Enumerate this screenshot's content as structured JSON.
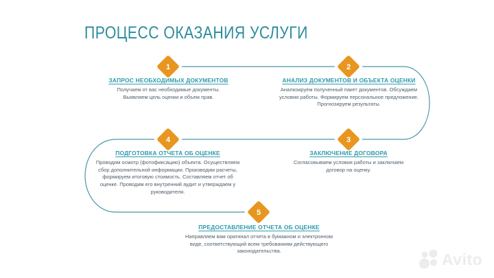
{
  "page": {
    "title": "ПРОЦЕСС ОКАЗАНИЯ УСЛУГИ",
    "background_color": "#ffffff"
  },
  "colors": {
    "title_teal": "#2e8c9e",
    "step_title_teal": "#2e9aab",
    "body_text": "#4e5d6b",
    "flow_line": "#4796a6",
    "diamond_orange": "#e8961f",
    "diamond_number": "#ffffff",
    "watermark_gray": "#ececec"
  },
  "steps": [
    {
      "number": "1",
      "title": "ЗАПРОС НЕОБХОДИМЫХ ДОКУМЕНТОВ",
      "description": "Получаем от вас необходимые документы. Выявляем цель оценки и объем прав."
    },
    {
      "number": "2",
      "title": "АНАЛИЗ ДОКУМЕНТОВ И ОБЪЕКТА ОЦЕНКИ",
      "description": "Анализируем полученный пакет документов. Обсуждаем условия работы. Формируем персональное предложение. Прогнозируем результаты."
    },
    {
      "number": "3",
      "title": "ЗАКЛЮЧЕНИЕ ДОГОВОРА",
      "description": "Согласовываем условия работы и заключаем договор на оценку."
    },
    {
      "number": "4",
      "title": "ПОДГОТОВКА ОТЧЕТА ОБ ОЦЕНКЕ",
      "description": "Проводим осмотр (фотофиксацию) объекта. Осуществляем сбор дополнительной информации. Производим расчеты, формируем итоговую стоимость. Составляем отчет об оценке. Проводим его внутренний аудит и утверждаем у руководителя."
    },
    {
      "number": "5",
      "title": "ПРЕДОСТАВЛЕНИЕ ОТЧЕТА ОБ ОЦЕНКЕ",
      "description": "Направляем вам оригинал отчета в бумажном и электронном виде, соответствующий всем требованиям действующего законодательства."
    }
  ],
  "watermark": {
    "text": "Avito"
  }
}
